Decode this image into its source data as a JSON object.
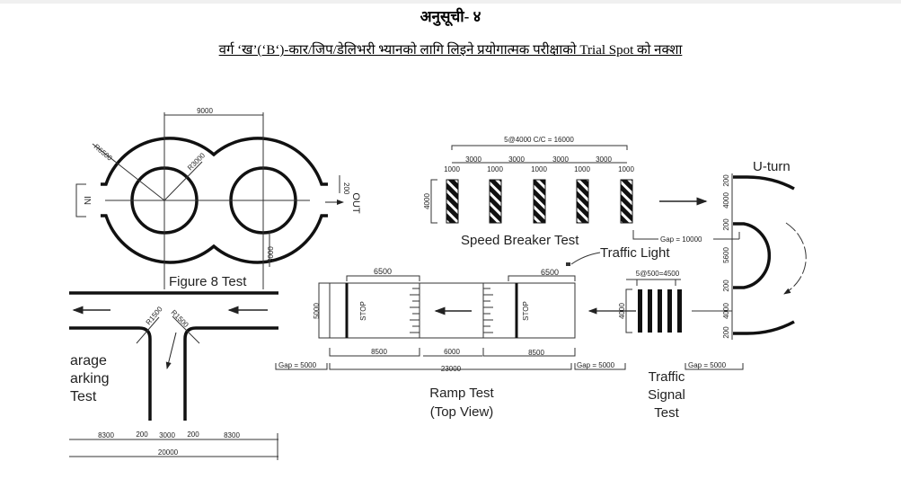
{
  "header": {
    "title": "अनुसूची- ४",
    "subtitle": "वर्ग ‘ख’(‘B‘)-कार/जिप/डेलिभरी भ्यानको लागि लिइने प्रयोगात्मक परीक्षाको Trial Spot को नक्शा"
  },
  "figure8": {
    "label": "Figure 8 Test",
    "dim_width": "9000",
    "dim_outer_radius": "R6500",
    "dim_inner_radius": "R3000",
    "dim_gap": "3000",
    "dim_opening": "200",
    "in_label": "IN",
    "out_label": "OUT"
  },
  "speed_breaker": {
    "label": "Speed Breaker Test",
    "dim_total": "5@4000 C/C = 16000",
    "spacing": [
      "3000",
      "3000",
      "3000",
      "3000"
    ],
    "bar_width": [
      "1000",
      "1000",
      "1000",
      "1000",
      "1000"
    ],
    "dim_height": "4000",
    "gap": "Gap = 10000"
  },
  "uturn": {
    "label": "U-turn",
    "dims": [
      "200",
      "4000",
      "200",
      "5600",
      "200",
      "4000",
      "200"
    ]
  },
  "traffic_light": {
    "label": "Traffic Light"
  },
  "ramp": {
    "label_line1": "Ramp Test",
    "label_line2": "(Top View)",
    "stop_left": "STOP",
    "stop_right": "STOP",
    "dim_top_left": "6500",
    "dim_top_right": "6500",
    "dim_height": "5000",
    "dim_bottom": [
      "8500",
      "6000",
      "8500"
    ],
    "dim_total": "23000",
    "gap_left": "Gap = 5000",
    "gap_right": "Gap = 5000"
  },
  "traffic_signal": {
    "label_line1": "Traffic",
    "label_line2": "Signal",
    "label_line3": "Test",
    "dim_top": "5@500=4500",
    "dim_height": "4000",
    "gap": "Gap = 5000"
  },
  "garage": {
    "label_line1": "arage",
    "label_line2": "arking",
    "label_line3": "Test",
    "radius_left": "R1500",
    "radius_right": "R1500",
    "dims": [
      "8300",
      "200",
      "3000",
      "200",
      "8300"
    ],
    "dim_total": "20000"
  }
}
